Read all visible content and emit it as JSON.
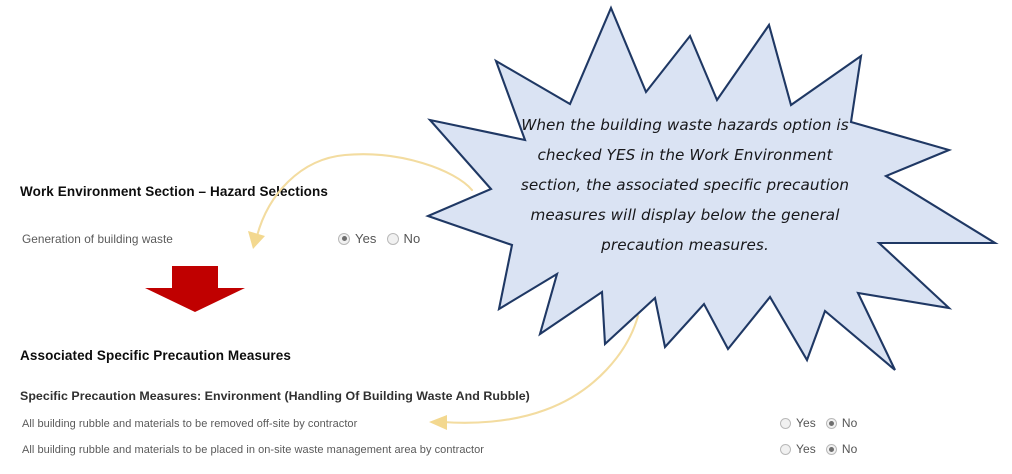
{
  "page": {
    "background_color": "#ffffff"
  },
  "form": {
    "hazard_section": {
      "heading": "Work Environment Section – Hazard Selections",
      "rows": [
        {
          "label": "Generation of building waste",
          "options": [
            "Yes",
            "No"
          ],
          "selected": "Yes"
        }
      ]
    },
    "precaution_section": {
      "heading": "Associated Specific Precaution Measures",
      "subheading": "Specific Precaution Measures: Environment (Handling Of Building Waste And Rubble)",
      "rows": [
        {
          "label": "All building rubble and materials to be removed off-site by contractor",
          "options": [
            "Yes",
            "No"
          ],
          "selected": "No"
        },
        {
          "label": "All building rubble and materials to be placed in on-site waste management area by contractor",
          "options": [
            "Yes",
            "No"
          ],
          "selected": "No"
        }
      ]
    }
  },
  "annotations": {
    "callout": {
      "shape": "explosion-star",
      "text": "When the building waste hazards option is checked YES in the Work Environment section, the associated specific precaution measures will display below the general precaution measures.",
      "fill_color": "#dae3f3",
      "border_color": "#1f3864"
    },
    "red_arrow": {
      "name": "red-down-arrow",
      "color": "#c00000",
      "direction": "down"
    },
    "curved_arrows": [
      {
        "name": "callout-arrow-top",
        "color": "#ffd966",
        "points_to": "hazard-yes-radio"
      },
      {
        "name": "callout-arrow-bottom",
        "color": "#ffd966",
        "points_to": "specific-precaution-measures"
      }
    ]
  }
}
